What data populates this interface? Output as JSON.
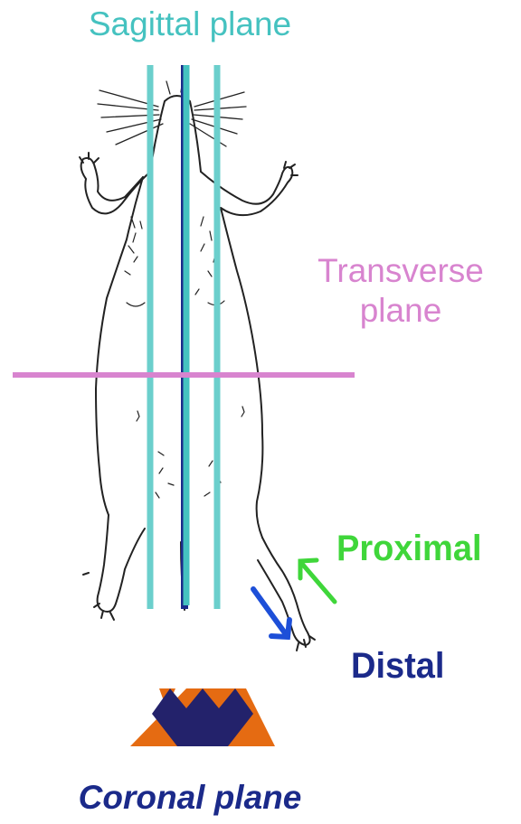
{
  "labels": {
    "sagittal": "Sagittal plane",
    "transverse_line1": "Transverse",
    "transverse_line2": "plane",
    "proximal": "Proximal",
    "distal": "Distal",
    "coronal": "Coronal plane"
  },
  "colors": {
    "sagittal": "#45c2c0",
    "transverse": "#d884cf",
    "proximal": "#3fd63a",
    "distal": "#1b2a8a",
    "coronal_orange": "#e56b12",
    "coronal_navy": "#23226b",
    "outline": "#222222"
  },
  "icons": [
    "rat-outline-drawing",
    "proximal-arrow-icon",
    "distal-arrow-icon",
    "coronal-plane-symbol"
  ]
}
